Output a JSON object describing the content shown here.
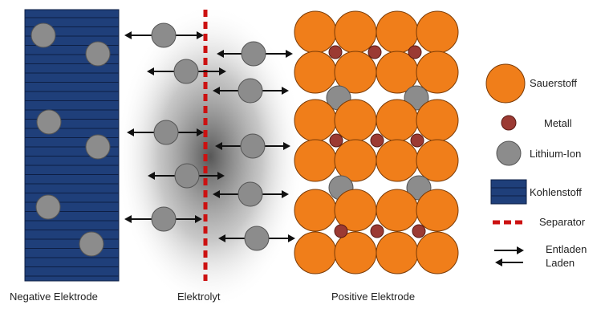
{
  "captions": {
    "negative": "Negative Elektrode",
    "electrolyte": "Elektrolyt",
    "positive": "Positive Elektrode"
  },
  "legend": {
    "oxygen": "Sauerstoff",
    "metal": "Metall",
    "lithium": "Lithium-Ion",
    "carbon": "Kohlenstoff",
    "separator": "Separator",
    "discharge": "Entladen",
    "charge": "Laden"
  },
  "colors": {
    "carbon": "#1f3f7a",
    "carbon_line": "#0e1f44",
    "oxygen": "#f07e1a",
    "metal": "#9b3a33",
    "lithium": "#8c8c8c",
    "separator": "#cc1111",
    "arrow": "#111111"
  }
}
